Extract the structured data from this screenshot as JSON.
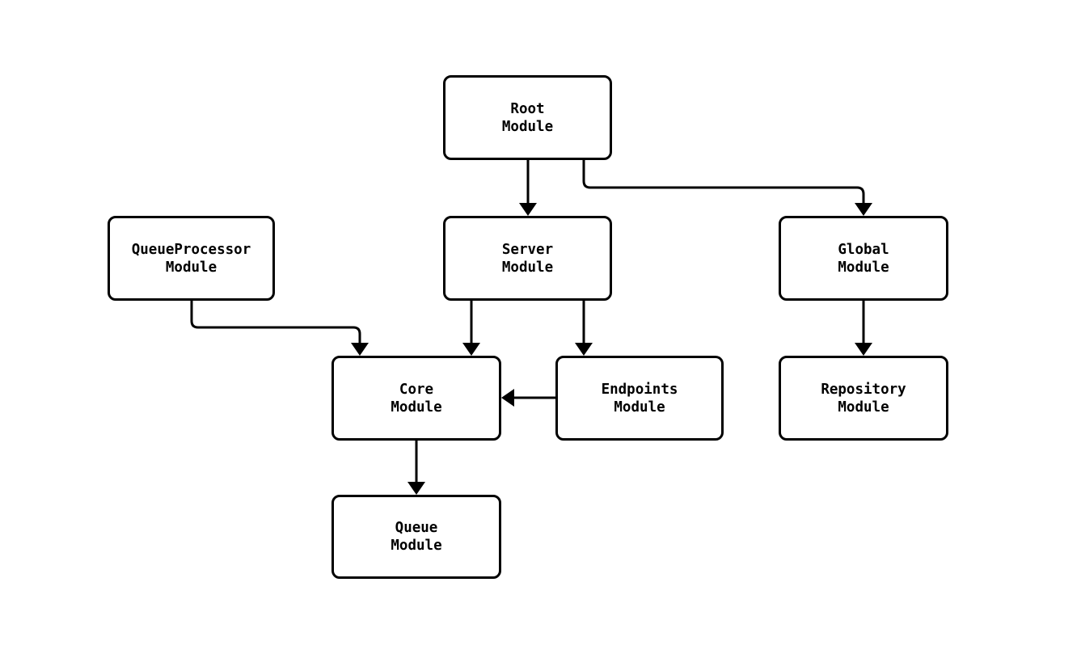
{
  "diagram": {
    "type": "module-dependency-flowchart",
    "background_color": "#ffffff",
    "node_fill_color": "#ffffff",
    "node_border_color": "#000000",
    "edge_color": "#000000",
    "text_color": "#000000",
    "nodes": {
      "root": {
        "line1": "Root",
        "line2": "Module"
      },
      "queue_processor": {
        "line1": "QueueProcessor",
        "line2": "Module"
      },
      "server": {
        "line1": "Server",
        "line2": "Module"
      },
      "global": {
        "line1": "Global",
        "line2": "Module"
      },
      "core": {
        "line1": "Core",
        "line2": "Module"
      },
      "endpoints": {
        "line1": "Endpoints",
        "line2": "Module"
      },
      "repository": {
        "line1": "Repository",
        "line2": "Module"
      },
      "queue": {
        "line1": "Queue",
        "line2": "Module"
      }
    },
    "edges": [
      {
        "from": "Root Module",
        "to": "Server Module"
      },
      {
        "from": "Root Module",
        "to": "Global Module"
      },
      {
        "from": "QueueProcessor Module",
        "to": "Core Module"
      },
      {
        "from": "Server Module",
        "to": "Core Module"
      },
      {
        "from": "Server Module",
        "to": "Endpoints Module"
      },
      {
        "from": "Endpoints Module",
        "to": "Core Module"
      },
      {
        "from": "Global Module",
        "to": "Repository Module"
      },
      {
        "from": "Core Module",
        "to": "Queue Module"
      }
    ]
  }
}
